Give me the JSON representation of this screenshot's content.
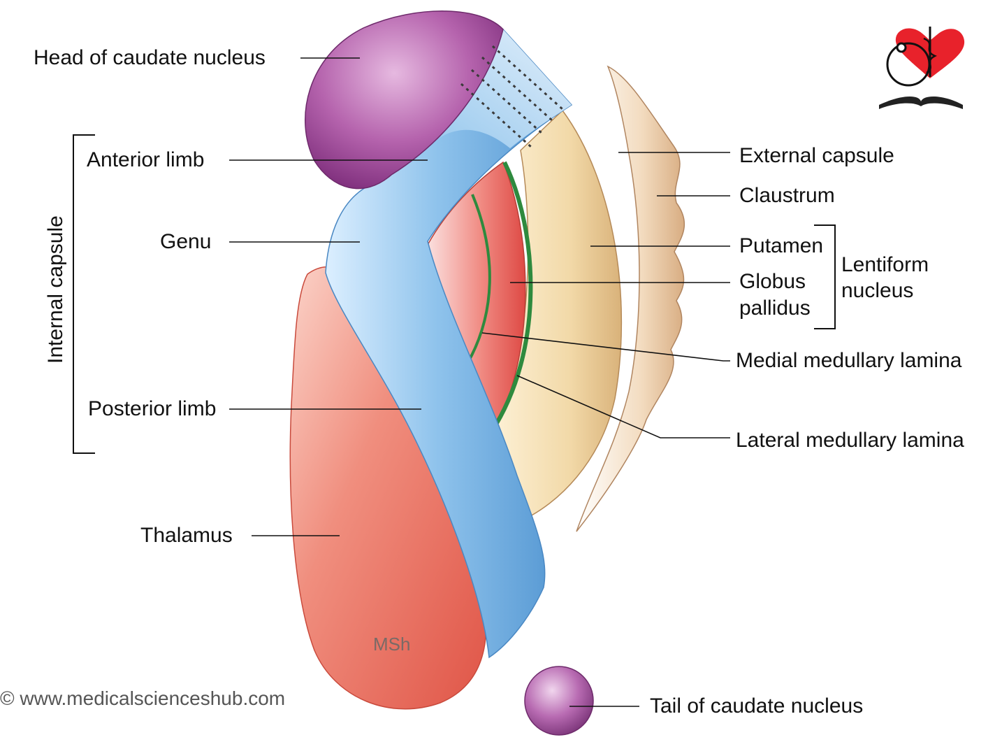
{
  "labels": {
    "head_caudate": "Head of caudate nucleus",
    "anterior_limb": "Anterior limb",
    "genu": "Genu",
    "posterior_limb": "Posterior limb",
    "thalamus": "Thalamus",
    "internal_capsule": "Internal capsule",
    "external_capsule": "External capsule",
    "claustrum": "Claustrum",
    "putamen": "Putamen",
    "globus_line1": "Globus",
    "globus_line2": "pallidus",
    "lentiform_line1": "Lentiform",
    "lentiform_line2": "nucleus",
    "medial_lamina": "Medial medullary lamina",
    "lateral_lamina": "Lateral medullary lamina",
    "tail_caudate": "Tail of caudate nucleus"
  },
  "watermark": "MSh",
  "copyright": "© www.medicalscienceshub.com",
  "colors": {
    "caudate": "#a04e9c",
    "capsule": "#8ec3ec",
    "thalamus": "#ec7262",
    "putamen": "#f2d9a8",
    "globus": "#ec6c66",
    "lamina": "#2e8a3e",
    "claustrum": "#f2d6b2",
    "logo_heart": "#e8222b"
  }
}
